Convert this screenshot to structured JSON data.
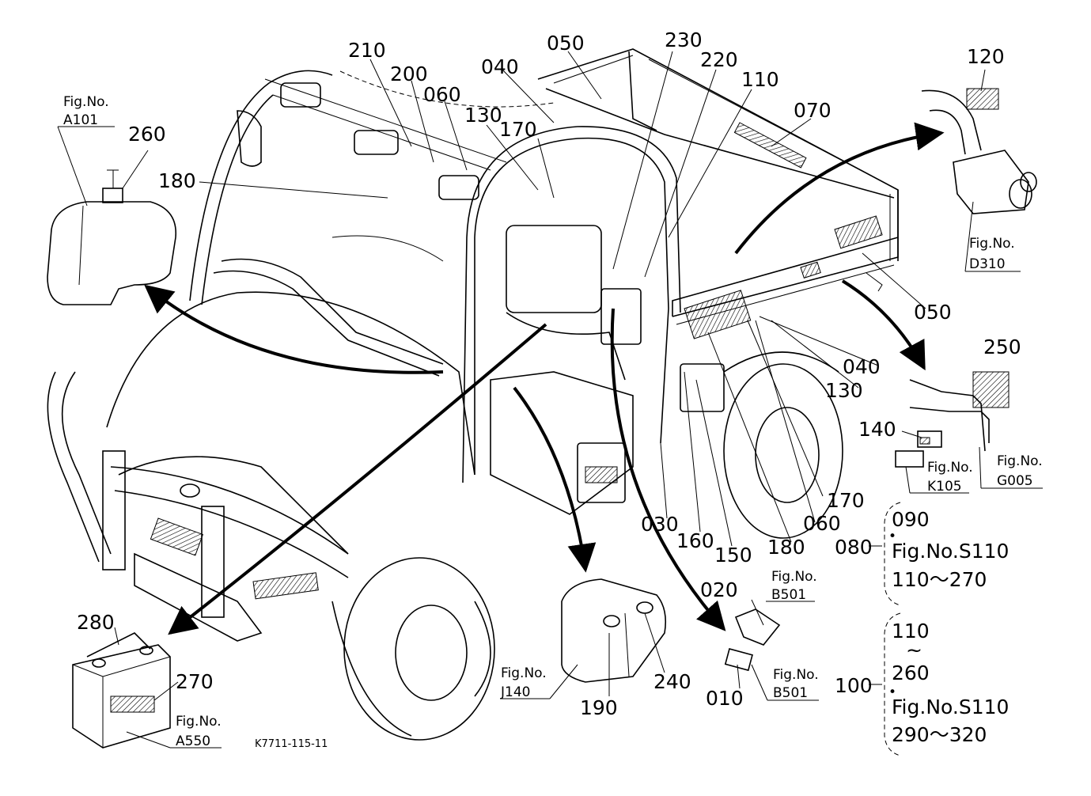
{
  "diagram_id": "K7711-115-11",
  "part_callouts": {
    "c010": "010",
    "c020": "020",
    "c030": "030",
    "c040_top": "040",
    "c040_right": "040",
    "c050_top": "050",
    "c050_right": "050",
    "c060_top": "060",
    "c060_right": "060",
    "c070": "070",
    "c080": "080",
    "c100": "100",
    "c110": "110",
    "c120": "120",
    "c130_top": "130",
    "c130_right": "130",
    "c140": "140",
    "c150": "150",
    "c160": "160",
    "c170_top": "170",
    "c170_right": "170",
    "c180_top": "180",
    "c180_right": "180",
    "c190": "190",
    "c200": "200",
    "c210": "210",
    "c220": "220",
    "c230": "230",
    "c240": "240",
    "c250": "250",
    "c260": "260",
    "c270": "270",
    "c280": "280"
  },
  "figure_refs": {
    "fig_label": "Fig.No.",
    "a101": "A101",
    "d310": "D310",
    "k105": "K105",
    "g005": "G005",
    "b501_top": "B501",
    "b501_bottom": "B501",
    "j140": "J140",
    "a550": "A550"
  },
  "group_080": {
    "first": "090",
    "dot": "•",
    "ref": "Fig.No.S110",
    "range": "110～270"
  },
  "group_100": {
    "first": "110",
    "tilde": "~",
    "second": "260",
    "dot": "•",
    "ref": "Fig.No.S110",
    "range": "290～320"
  }
}
